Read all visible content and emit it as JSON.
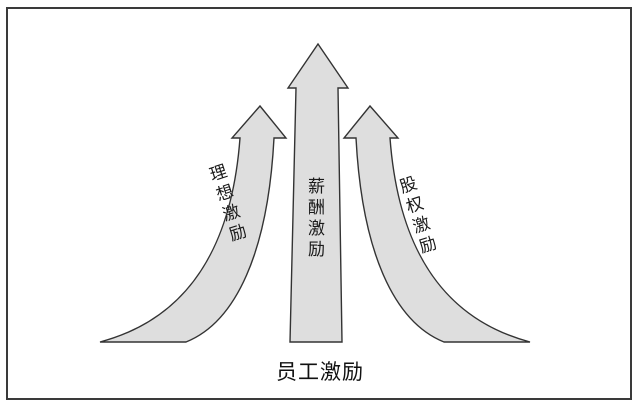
{
  "diagram": {
    "caption": "员工激励",
    "arrows": {
      "left": {
        "label": "理想激励"
      },
      "center": {
        "label": "薪酬激励"
      },
      "right": {
        "label": "股权激励"
      }
    }
  }
}
